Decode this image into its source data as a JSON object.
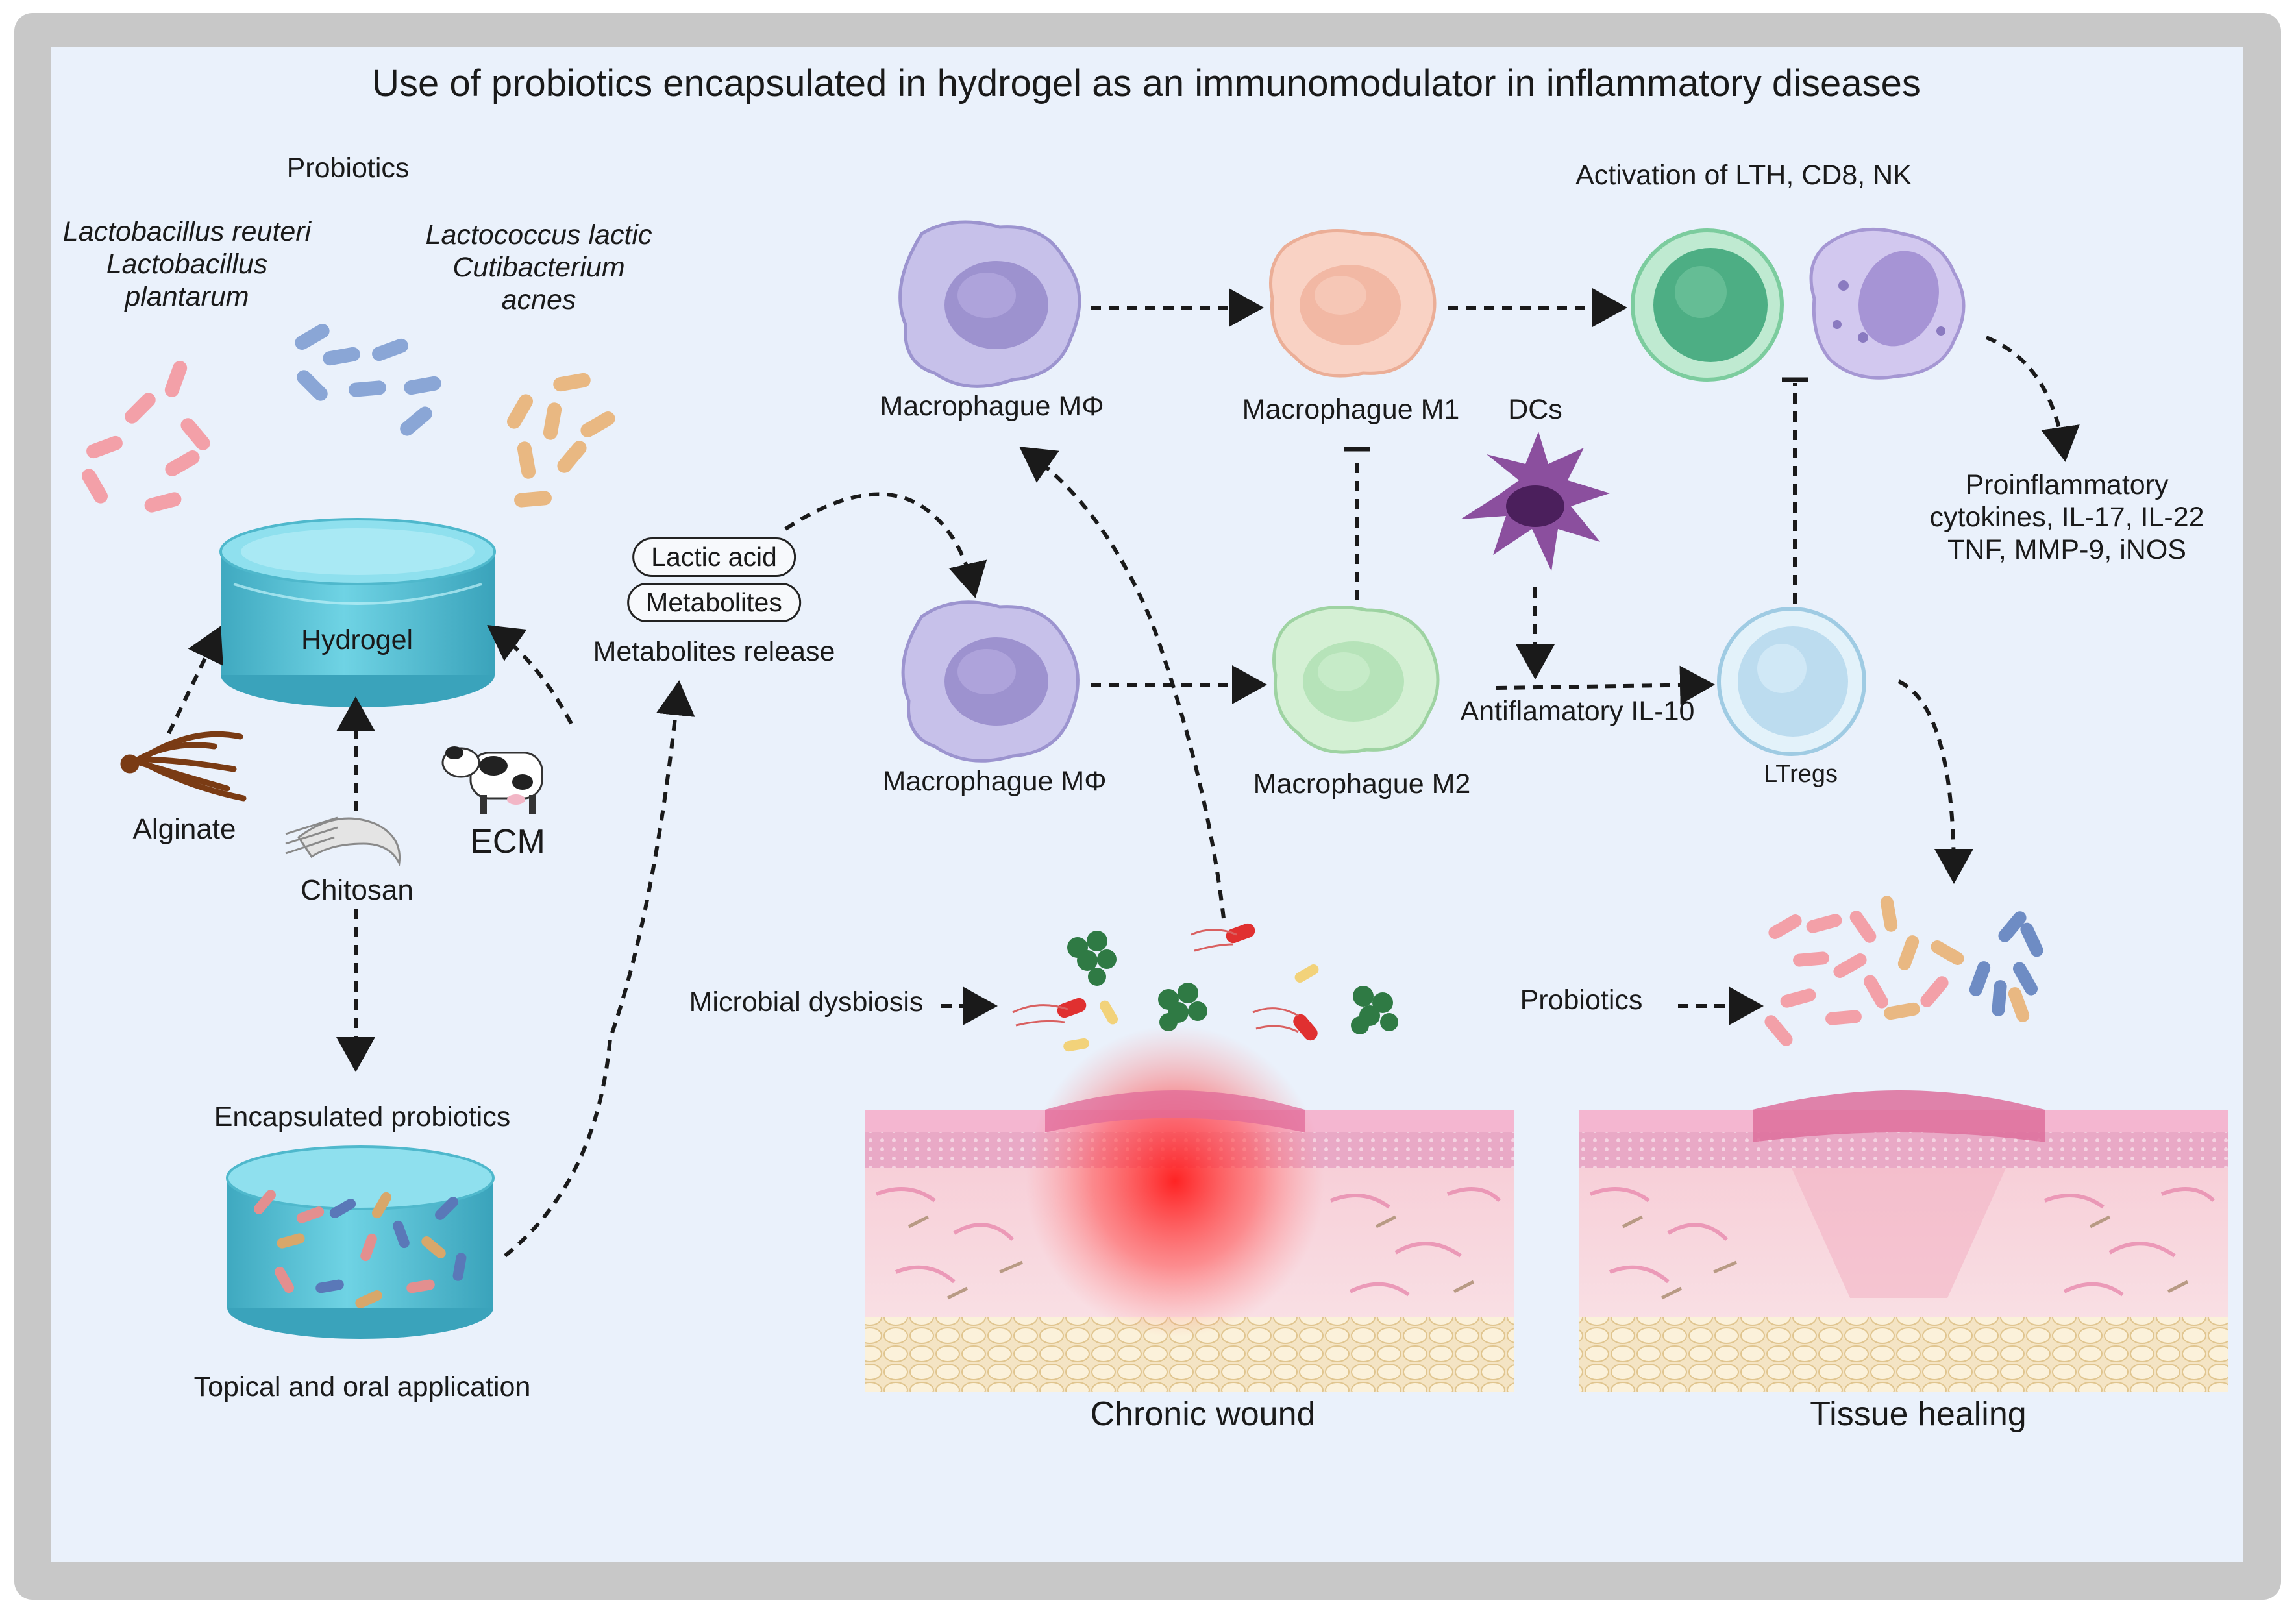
{
  "title": "Use of probiotics encapsulated in hydrogel as an immunomodulator in inflammatory diseases",
  "left": {
    "probiotics_heading": "Probiotics",
    "species_group_1": [
      "Lactobacillus reuteri",
      "Lactobacillus",
      "plantarum"
    ],
    "species_group_2": [
      "Lactococcus lactic",
      "Cutibacterium",
      "acnes"
    ],
    "hydrogel": "Hydrogel",
    "alginate": "Alginate",
    "chitosan": "Chitosan",
    "ecm": "ECM",
    "encapsulated": "Encapsulated probiotics",
    "application": "Topical and oral application"
  },
  "middle": {
    "lactic_acid": "Lactic acid",
    "metabolites": "Metabolites",
    "metabolites_release": "Metabolites release",
    "microbial_dysbiosis": "Microbial dysbiosis",
    "chronic_wound": "Chronic wound"
  },
  "cells": {
    "macrophage_top": "Macrophague MΦ",
    "macrophage_m1": "Macrophague M1",
    "macrophage_bottom": "Macrophague MΦ",
    "macrophage_m2": "Macrophague M2",
    "dcs": "DCs",
    "activation": "Activation of LTH, CD8, NK",
    "antiinflammatory": "Antiflamatory IL-10",
    "ltregs": "LTregs",
    "proinflammatory": [
      "Proinflammatory",
      "cytokines, IL-17, IL-22",
      "TNF, MMP-9, iNOS"
    ]
  },
  "right": {
    "probiotics": "Probiotics",
    "tissue_healing": "Tissue healing"
  },
  "colors": {
    "background": "#eaf1fb",
    "frame": "#c8c8c8",
    "hydrogel": "#5cc6d8",
    "macrophage": "#b9b3e0",
    "m1": "#f6c4b0",
    "m2": "#bfe6c2",
    "lymphocyte": "#6cc598",
    "nk": "#c3b8e8",
    "dc": "#8b4f9e",
    "treg": "#c7e3f2",
    "wound": "#ff2020"
  }
}
